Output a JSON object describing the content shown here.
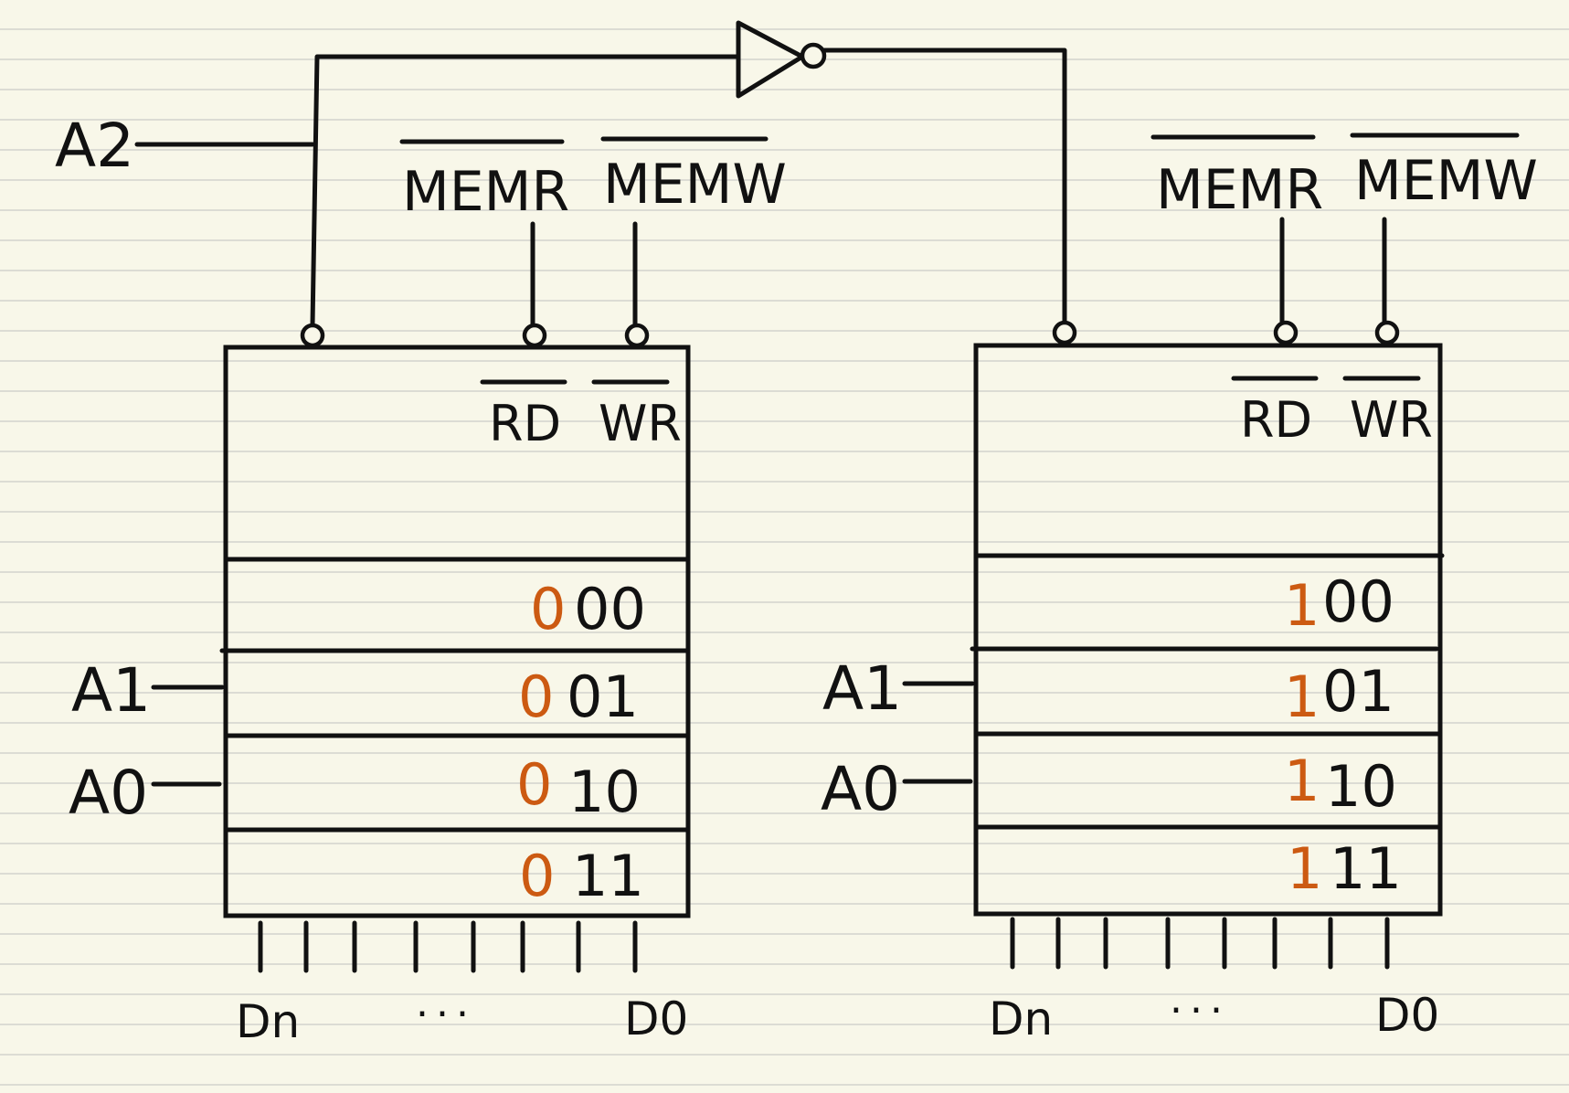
{
  "inputs": {
    "a2": "A2",
    "memr": "MEMR",
    "memw": "MEMW"
  },
  "chips": [
    {
      "rd": "RD",
      "wr": "WR",
      "a1": "A1",
      "a0": "A0",
      "rows": [
        {
          "prefix": "0",
          "bits": "00"
        },
        {
          "prefix": "0",
          "bits": "01"
        },
        {
          "prefix": "0",
          "bits": "10"
        },
        {
          "prefix": "0",
          "bits": "11"
        }
      ],
      "data_high": "Dn",
      "data_dots": "...",
      "data_low": "D0"
    },
    {
      "rd": "RD",
      "wr": "WR",
      "a1": "A1",
      "a0": "A0",
      "rows": [
        {
          "prefix": "1",
          "bits": "00"
        },
        {
          "prefix": "1",
          "bits": "01"
        },
        {
          "prefix": "1",
          "bits": "10"
        },
        {
          "prefix": "1",
          "bits": "11"
        }
      ],
      "data_high": "Dn",
      "data_dots": "...",
      "data_low": "D0"
    }
  ],
  "colors": {
    "ink": "#111111",
    "prefix_bit": "#cc5a12",
    "paper": "#f8f7e9"
  }
}
